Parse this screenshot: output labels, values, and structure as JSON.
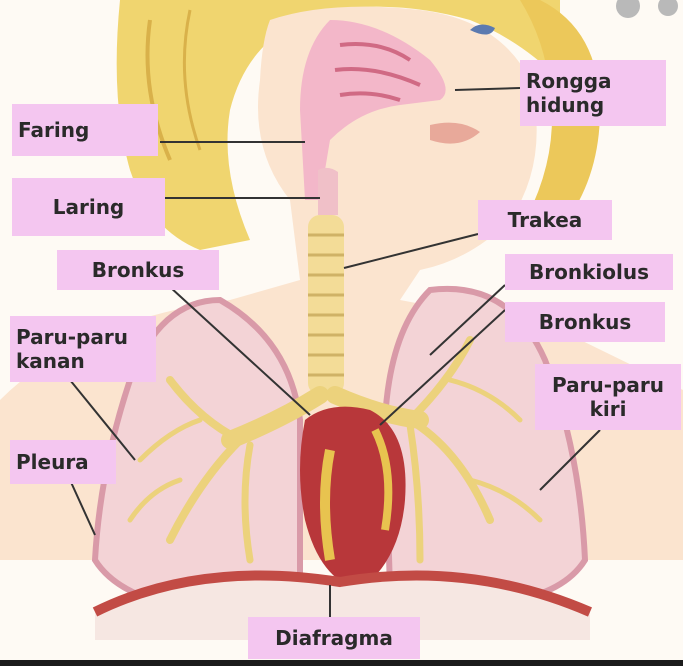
{
  "labels": {
    "rongga_hidung": "Rongga\nhidung",
    "faring": "Faring",
    "laring": "Laring",
    "trakea": "Trakea",
    "bronkus_left": "Bronkus",
    "bronkiolus": "Bronkiolus",
    "bronkus_right": "Bronkus",
    "paru_kanan": "Paru-paru\nkanan",
    "paru_kiri": "Paru-paru\nkiri",
    "pleura": "Pleura",
    "diafragma": "Diafragma"
  },
  "colors": {
    "label_bg": "#f4c6f0",
    "skin": "#fbe4cf",
    "hair": "#f0d56f",
    "lung": "#f3d3d6",
    "bronchi": "#ecd27c",
    "heart": "#b8373a",
    "diaphragm": "#c24b45"
  }
}
